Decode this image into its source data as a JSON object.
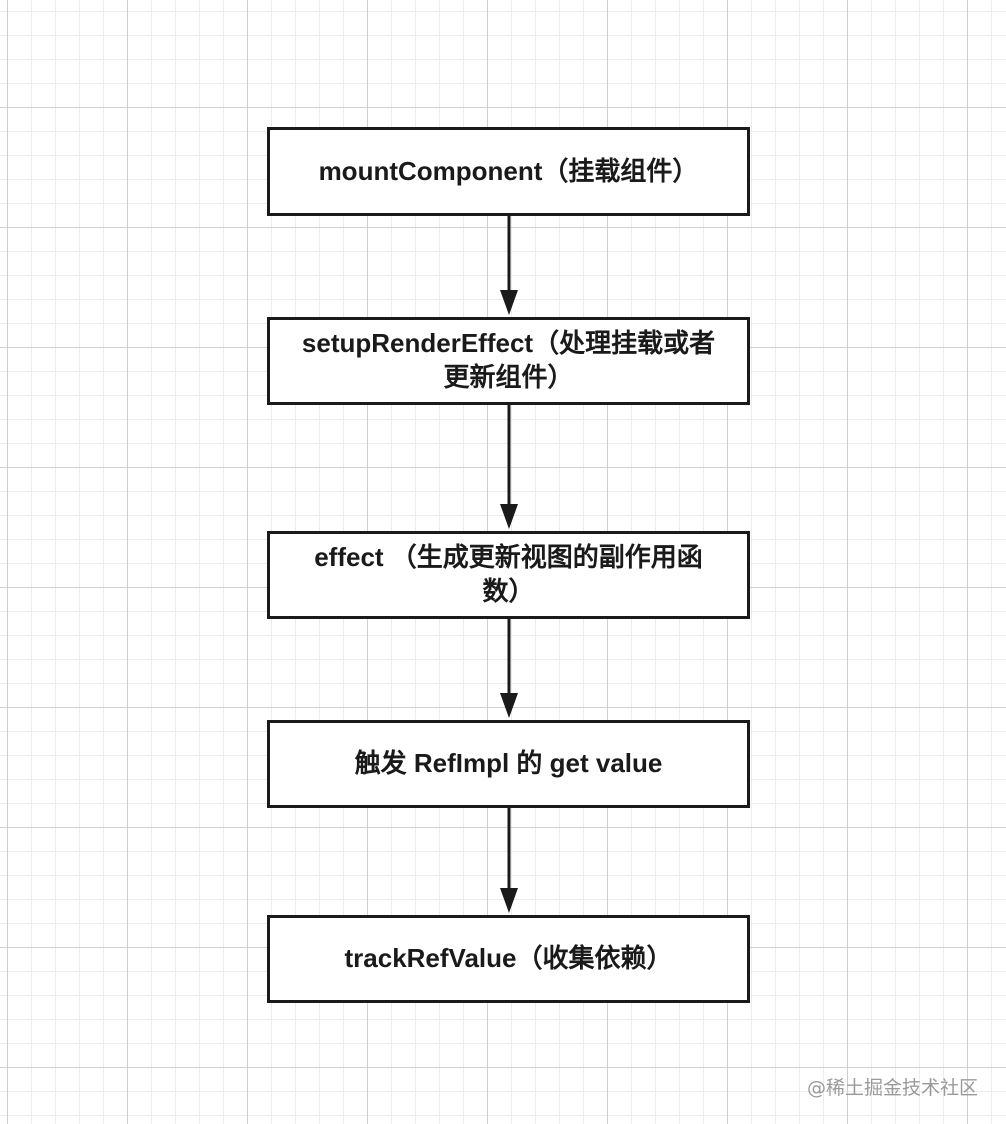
{
  "nodes": [
    {
      "id": "n1",
      "label": "mountComponent（挂载组件）"
    },
    {
      "id": "n2",
      "label": "setupRenderEffect（处理挂载或者更新组件）"
    },
    {
      "id": "n3",
      "label": "effect （生成更新视图的副作用函数）"
    },
    {
      "id": "n4",
      "label": "触发 RefImpl 的 get value"
    },
    {
      "id": "n5",
      "label": "trackRefValue（收集依赖）"
    }
  ],
  "edges": [
    {
      "from": "n1",
      "to": "n2"
    },
    {
      "from": "n2",
      "to": "n3"
    },
    {
      "from": "n3",
      "to": "n4"
    },
    {
      "from": "n4",
      "to": "n5"
    }
  ],
  "watermark": "@稀土掘金技术社区",
  "colors": {
    "stroke": "#1a1a1a",
    "grid": "#cfcfcf",
    "background": "#ffffff",
    "watermark": "#9a9a9a"
  }
}
